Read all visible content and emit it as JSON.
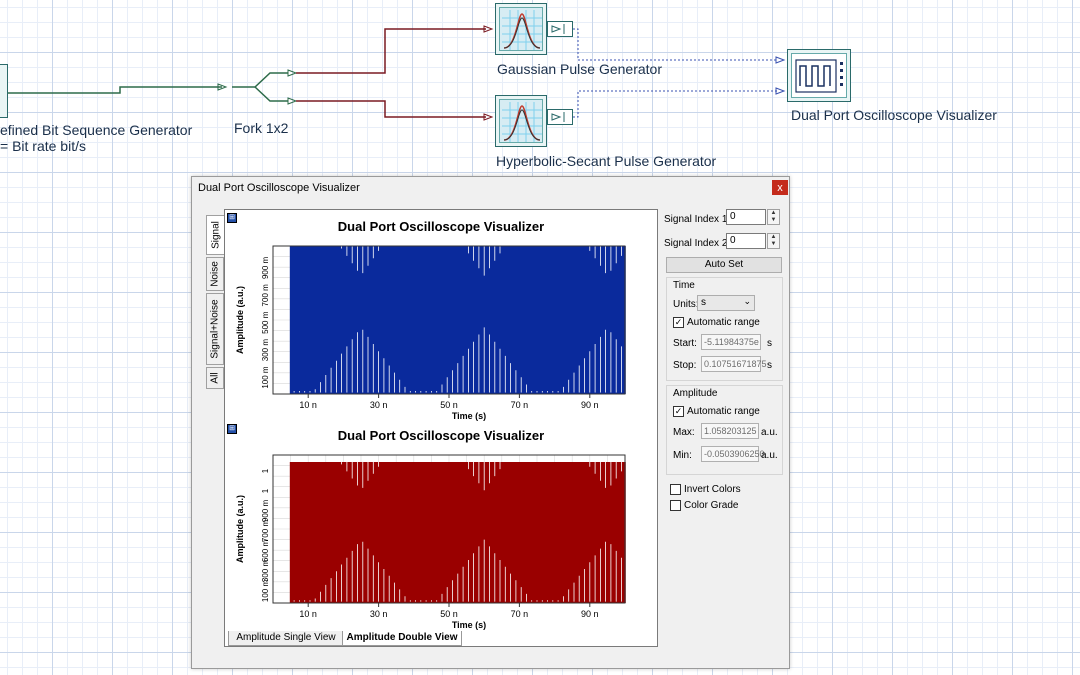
{
  "canvas": {
    "bitseq_label_1": "efined Bit Sequence Generator",
    "bitseq_label_2": "= Bit rate  bit/s",
    "fork_label": "Fork 1x2",
    "gaussian_label": "Gaussian Pulse Generator",
    "sech_label": "Hyperbolic-Secant Pulse Generator",
    "osc_label": "Dual Port Oscilloscope Visualizer"
  },
  "dialog": {
    "title": "Dual Port Oscilloscope Visualizer",
    "close": "x",
    "side_tabs": [
      "Signal",
      "Noise",
      "Signal+Noise",
      "All"
    ],
    "bottom_tabs": [
      "Amplitude Single View",
      "Amplitude Double View"
    ],
    "plot_icon": "⊞",
    "plots": [
      {
        "title": "Dual Port Oscilloscope Visualizer",
        "xlabel": "Time (s)",
        "ylabel": "Amplitude (a.u.)",
        "xticks": [
          "10 n",
          "30 n",
          "50 n",
          "70 n",
          "90 n"
        ],
        "yticks": [
          "100 m",
          "300 m",
          "500 m",
          "700 m",
          "900 m"
        ]
      },
      {
        "title": "Dual Port Oscilloscope Visualizer",
        "xlabel": "Time (s)",
        "ylabel": "Amplitude (a.u.)",
        "xticks": [
          "10 n",
          "30 n",
          "50 n",
          "70 n",
          "90 n"
        ],
        "yticks": [
          "100 m",
          "300 m",
          "600 m",
          "700 m",
          "900 m",
          "1",
          "1"
        ]
      }
    ],
    "panel": {
      "signal_index_1_label": "Signal Index 1:",
      "signal_index_1_value": "0",
      "signal_index_2_label": "Signal Index 2:",
      "signal_index_2_value": "0",
      "auto_set": "Auto Set",
      "time_group": "Time",
      "units_label": "Units:",
      "units_value": "s",
      "time_auto_range": "Automatic range",
      "start_label": "Start:",
      "start_value": "-5.11984375e",
      "start_unit": "s",
      "stop_label": "Stop:",
      "stop_value": "0.10751671875",
      "stop_unit": "s",
      "amplitude_group": "Amplitude",
      "amp_auto_range": "Automatic range",
      "max_label": "Max:",
      "max_value": "1.058203125",
      "max_unit": "a.u.",
      "min_label": "Min:",
      "min_value": "-0.0503906250",
      "min_unit": "a.u.",
      "invert_colors": "Invert Colors",
      "color_grade": "Color Grade"
    }
  },
  "chart_data": [
    {
      "type": "line",
      "title": "Dual Port Oscilloscope Visualizer",
      "xlabel": "Time (s)",
      "ylabel": "Amplitude (a.u.)",
      "xlim": [
        0,
        100
      ],
      "x_unit": "ns",
      "ylim": [
        0,
        1
      ],
      "color": "#0a2a9c",
      "pulse_envelope_peaks_ns": [
        25,
        60,
        95
      ],
      "signal_start_ns": 5,
      "signal_end_ns": 100,
      "envelope_max": 1.0,
      "envelope_min": 0.0,
      "grid": true
    },
    {
      "type": "line",
      "title": "Dual Port Oscilloscope Visualizer",
      "xlabel": "Time (s)",
      "ylabel": "Amplitude (a.u.)",
      "xlim": [
        0,
        100
      ],
      "x_unit": "ns",
      "ylim": [
        0,
        1.05
      ],
      "color": "#9a0000",
      "pulse_envelope_peaks_ns": [
        25,
        60,
        95
      ],
      "signal_start_ns": 5,
      "signal_end_ns": 100,
      "envelope_max": 1.0,
      "envelope_min": 0.0,
      "grid": true
    }
  ]
}
